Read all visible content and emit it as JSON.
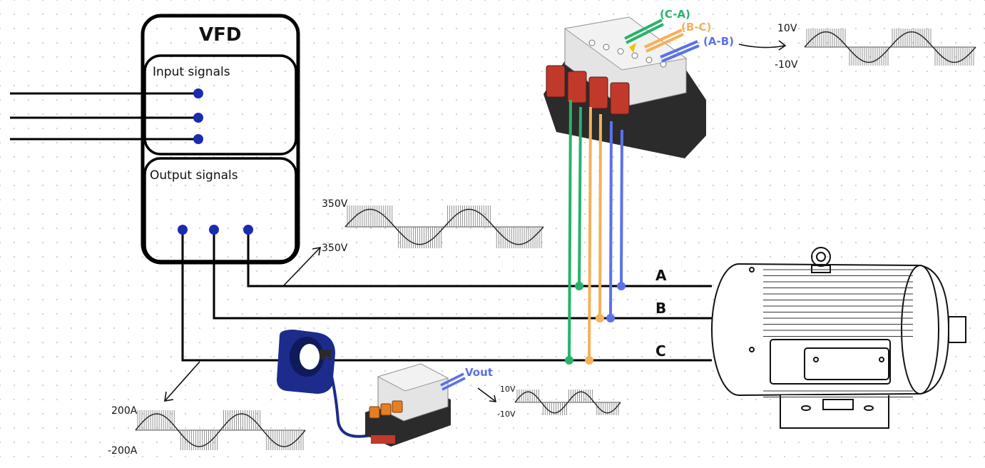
{
  "vfd": {
    "title": "VFD",
    "input_label": "Input signals",
    "output_label": "Output signals"
  },
  "phases": {
    "a": "A",
    "b": "B",
    "c": "C"
  },
  "voltage_sensor": {
    "pairs": [
      {
        "label": "(C-A)",
        "color": "#27b36b"
      },
      {
        "label": "(B-C)",
        "color": "#f5b05a"
      },
      {
        "label": "(A-B)",
        "color": "#5b72e8"
      }
    ],
    "max_label": "10V",
    "min_label": "-10V"
  },
  "line_voltage": {
    "max_label": "350V",
    "min_label": "350V"
  },
  "current": {
    "max_label": "200A",
    "min_label": "-200A"
  },
  "current_sensor": {
    "out_label": "Vout",
    "out_color": "#5b72e8",
    "max_label": "10V",
    "min_label": "-10V"
  },
  "colors": {
    "dot": "#1a2cb0",
    "green": "#27b36b",
    "orange": "#f5b05a",
    "blue": "#5b72e8",
    "sensor_body": "#d9d9d9",
    "terminal": "#c0392b",
    "ct_body": "#1c2b8c"
  }
}
